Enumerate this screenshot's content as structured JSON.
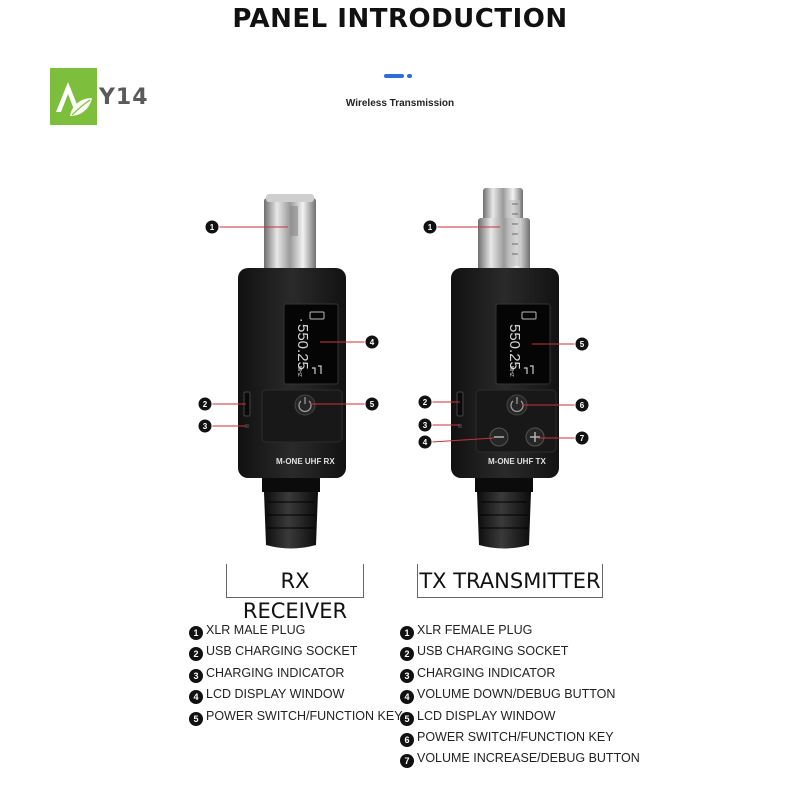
{
  "header": {
    "title": "PANEL INTRODUCTION",
    "subtitle": "Wireless Transmission"
  },
  "brand": {
    "logo_text": "AY14",
    "logo_color": "#7dbf3c"
  },
  "colors": {
    "accent": "#2b6fd6",
    "callout_line": "#c8323c",
    "device_body": "#1e1e1e",
    "lcd_text": "#d8d8d8"
  },
  "receiver": {
    "caption": "RX RECEIVER",
    "device_label": "M-ONE  UHF  RX",
    "lcd": {
      "frequency": "550.25",
      "unit": "MHZ"
    },
    "callouts": [
      "1",
      "4",
      "2",
      "5",
      "3"
    ],
    "legend": [
      {
        "num": "1",
        "text": "XLR MALE PLUG"
      },
      {
        "num": "2",
        "text": "USB CHARGING SOCKET"
      },
      {
        "num": "3",
        "text": "CHARGING INDICATOR"
      },
      {
        "num": "4",
        "text": "LCD DISPLAY WINDOW"
      },
      {
        "num": "5",
        "text": "POWER SWITCH/FUNCTION KEY"
      }
    ]
  },
  "transmitter": {
    "caption": "TX TRANSMITTER",
    "device_label": "M-ONE  UHF  TX",
    "lcd": {
      "frequency": "550.25",
      "unit": "MHZ"
    },
    "callouts": [
      "1",
      "5",
      "2",
      "6",
      "3",
      "4",
      "7"
    ],
    "legend": [
      {
        "num": "1",
        "text": "XLR FEMALE PLUG"
      },
      {
        "num": "2",
        "text": "USB CHARGING SOCKET"
      },
      {
        "num": "3",
        "text": "CHARGING INDICATOR"
      },
      {
        "num": "4",
        "text": "VOLUME DOWN/DEBUG BUTTON"
      },
      {
        "num": "5",
        "text": "LCD DISPLAY WINDOW"
      },
      {
        "num": "6",
        "text": "POWER SWITCH/FUNCTION KEY"
      },
      {
        "num": "7",
        "text": "VOLUME INCREASE/DEBUG BUTTON"
      }
    ]
  }
}
